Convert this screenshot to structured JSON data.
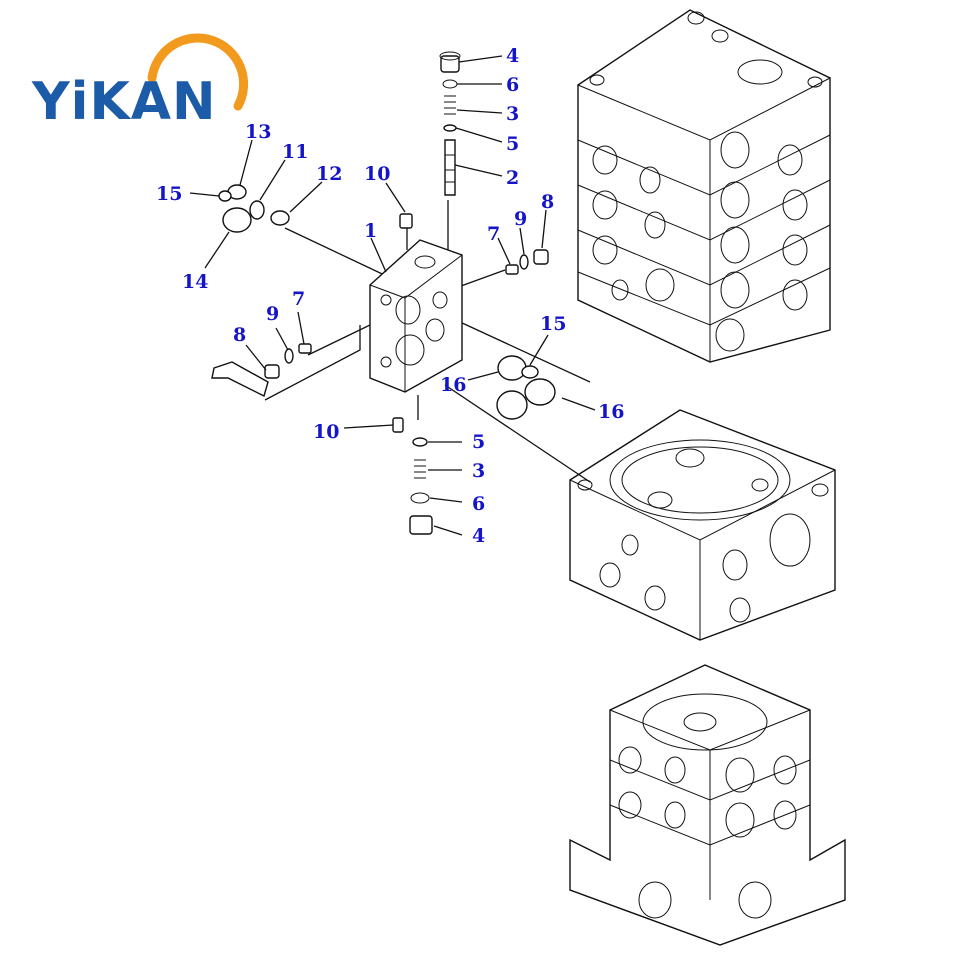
{
  "logo": {
    "text": "YiKAN",
    "color": "#1c5ba8",
    "arc_color": "#f29a1d"
  },
  "label_color": "#1414c8",
  "callouts": [
    {
      "id": "4",
      "text": "4"
    },
    {
      "id": "6",
      "text": "6"
    },
    {
      "id": "3",
      "text": "3"
    },
    {
      "id": "5",
      "text": "5"
    },
    {
      "id": "2",
      "text": "2"
    },
    {
      "id": "13",
      "text": "13"
    },
    {
      "id": "11",
      "text": "11"
    },
    {
      "id": "12",
      "text": "12"
    },
    {
      "id": "15",
      "text": "15"
    },
    {
      "id": "14",
      "text": "14"
    },
    {
      "id": "10",
      "text": "10"
    },
    {
      "id": "1",
      "text": "1"
    },
    {
      "id": "9",
      "text": "9"
    },
    {
      "id": "8",
      "text": "8"
    },
    {
      "id": "7",
      "text": "7"
    },
    {
      "id": "15",
      "text": "15"
    },
    {
      "id": "16",
      "text": "16"
    },
    {
      "id": "16",
      "text": "16"
    },
    {
      "id": "8",
      "text": "8"
    },
    {
      "id": "9",
      "text": "9"
    },
    {
      "id": "7",
      "text": "7"
    },
    {
      "id": "10",
      "text": "10"
    },
    {
      "id": "5",
      "text": "5"
    },
    {
      "id": "3",
      "text": "3"
    },
    {
      "id": "6",
      "text": "6"
    },
    {
      "id": "4",
      "text": "4"
    }
  ]
}
